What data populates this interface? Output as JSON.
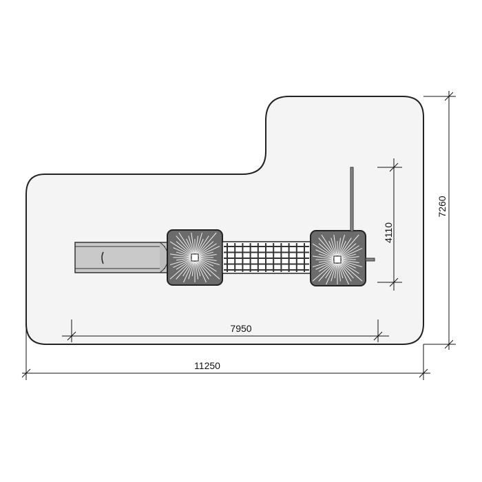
{
  "dimensions": {
    "overall_width": "11250",
    "overall_depth": "7260",
    "equipment_length": "7950",
    "equipment_depth": "4110"
  },
  "colors": {
    "area_fill": "#f4f4f4",
    "outline": "#222222",
    "tower_fill": "#6b6b6b",
    "slide_fill": "#c9c9c9",
    "bridge_fill": "#555555",
    "dimension_line": "#111111"
  }
}
